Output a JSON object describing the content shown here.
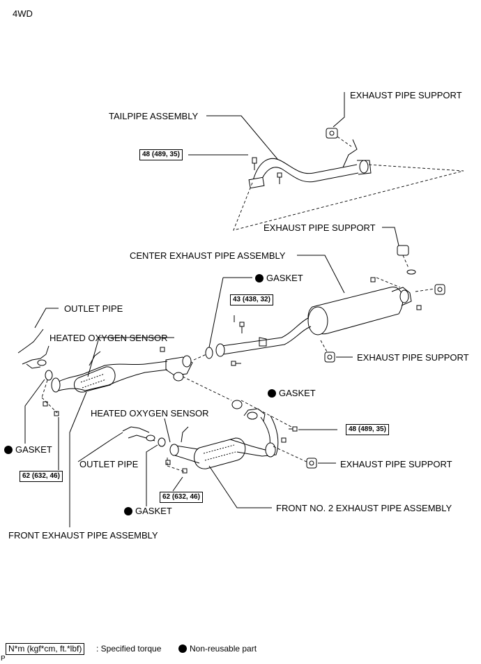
{
  "variant": "4WD",
  "labels": {
    "exhaust_pipe_support_top": "EXHAUST PIPE SUPPORT",
    "tailpipe_assembly": "TAILPIPE ASSEMBLY",
    "exhaust_pipe_support_mid": "EXHAUST PIPE SUPPORT",
    "center_exhaust_pipe_assembly": "CENTER EXHAUST PIPE ASSEMBLY",
    "gasket_center": "GASKET",
    "outlet_pipe_left": "OUTLET PIPE",
    "heated_oxygen_sensor_left": "HEATED OXYGEN SENSOR",
    "exhaust_pipe_support_right": "EXHAUST PIPE SUPPORT",
    "gasket_mid": "GASKET",
    "heated_oxygen_sensor_right": "HEATED OXYGEN SENSOR",
    "gasket_left": "GASKET",
    "outlet_pipe_right": "OUTLET PIPE",
    "exhaust_pipe_support_low": "EXHAUST PIPE SUPPORT",
    "gasket_low": "GASKET",
    "front_no2_exhaust_pipe_assembly": "FRONT NO. 2 EXHAUST PIPE ASSEMBLY",
    "front_exhaust_pipe_assembly": "FRONT EXHAUST PIPE ASSEMBLY"
  },
  "torques": {
    "tailpipe": "48 (489, 35)",
    "center": "43 (438, 32)",
    "front_no2": "48 (489, 35)",
    "front_left": "62 (632, 46)",
    "front_right": "62 (632, 46)"
  },
  "legend": {
    "torque_unit": "N*m (kgf*cm, ft.*lbf)",
    "torque_desc": ": Specified torque",
    "nonreusable_desc": "Non-reusable part"
  },
  "corner_mark": "P"
}
